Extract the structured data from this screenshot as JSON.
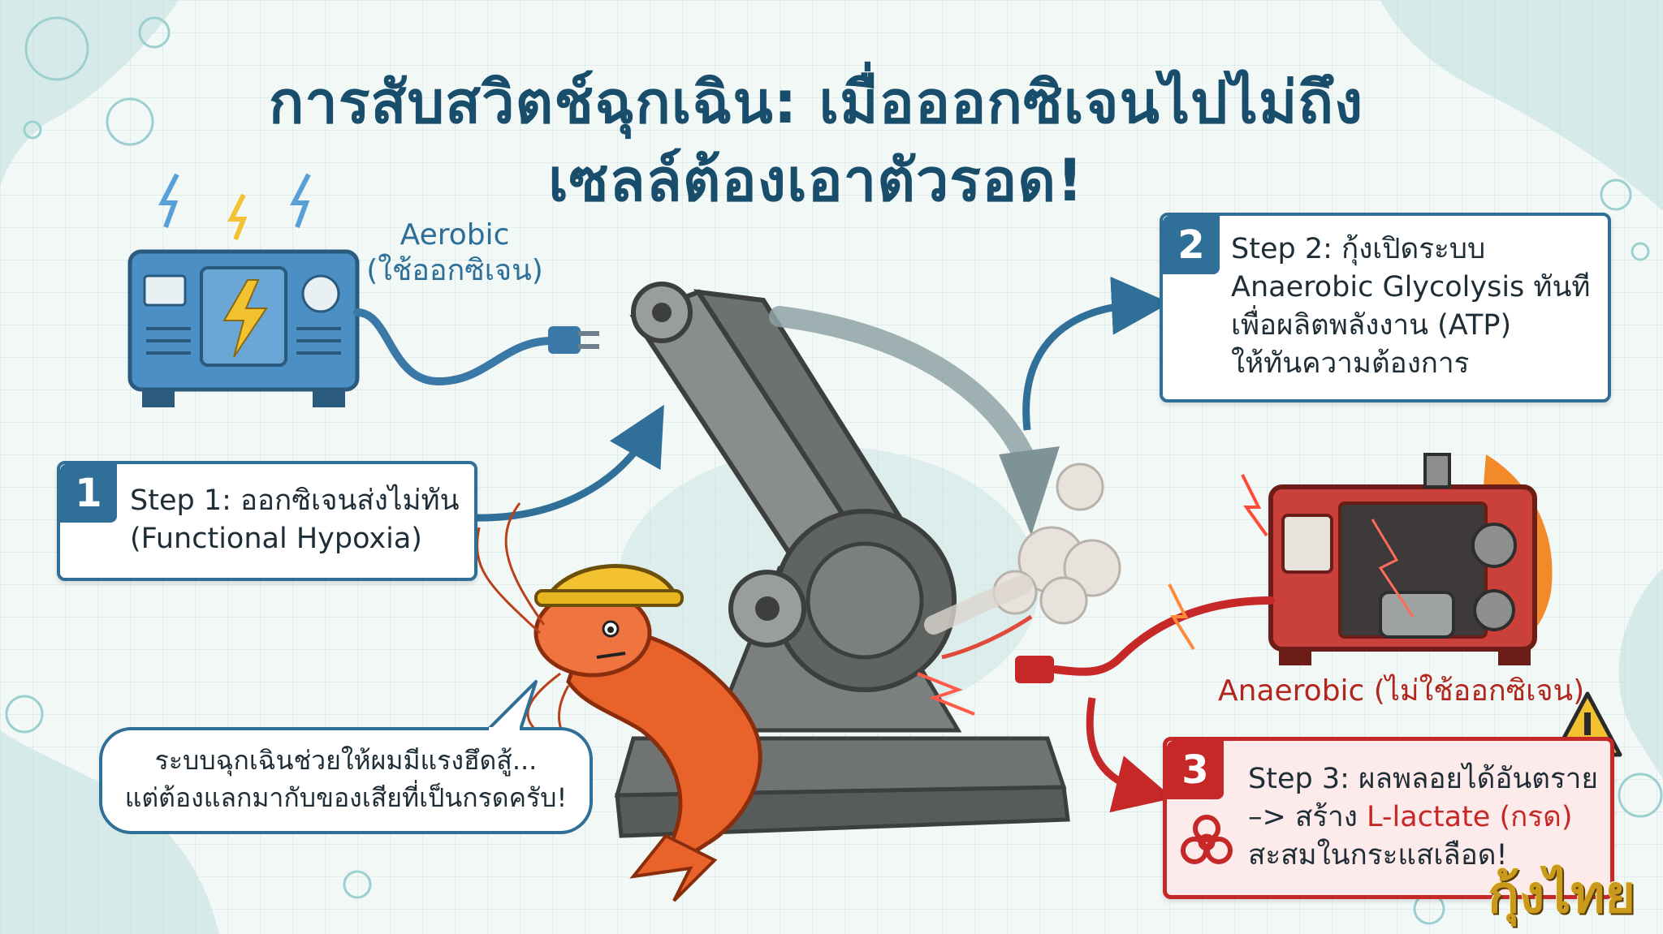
{
  "title": {
    "line1": "การสับสวิตช์ฉุกเฉิน: เมื่อออกซิเจนไปไม่ถึง",
    "line2": "เซลล์ต้องเอาตัวรอด!"
  },
  "aerobic": {
    "label_line1": "Aerobic",
    "label_line2": "(ใช้ออกซิเจน)",
    "icon": "blue-electric-generator"
  },
  "anaerobic": {
    "label": "Anaerobic (ไม่ใช้ออกซิเจน)",
    "icon": "red-burning-generator"
  },
  "steps": [
    {
      "number": "1",
      "lines": [
        "Step 1: ออกซิเจนส่งไม่ทัน",
        "(Functional Hypoxia)"
      ]
    },
    {
      "number": "2",
      "lines": [
        "Step 2: กุ้งเปิดระบบ",
        "Anaerobic Glycolysis ทันที",
        "เพื่อผลิตพลังงาน (ATP)",
        "ให้ทันความต้องการ"
      ]
    },
    {
      "number": "3",
      "line1": "Step 3: ผลพลอยได้อันตราย",
      "line2_prefix": "–> สร้าง ",
      "line2_highlight": "L-lactate (กรด)",
      "line3": "สะสมในกระแสเลือด!"
    }
  ],
  "speech_bubble": {
    "line1": "ระบบฉุกเฉินช่วยให้ผมมีแรงฮึดสู้...",
    "line2": "แต่ต้องแลกมากับของเสียที่เป็นกรดครับ!"
  },
  "logo": {
    "text": "กุ้งไทย"
  },
  "colors": {
    "title": "#184e6b",
    "aerobic_blue": "#2f6f98",
    "anaerobic_red": "#c62828",
    "shrimp_orange": "#e8622a",
    "helmet_yellow": "#f2c230"
  }
}
